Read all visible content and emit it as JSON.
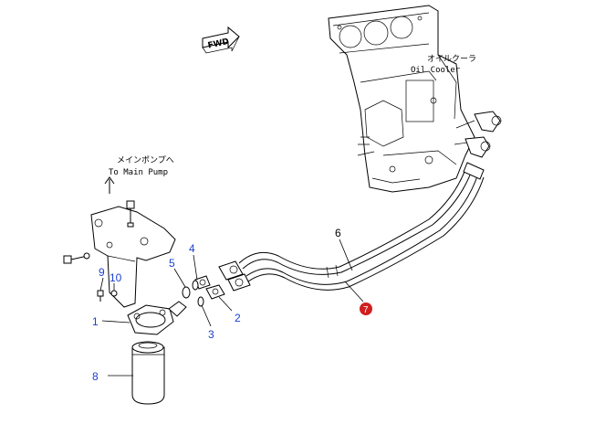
{
  "labels": {
    "fwd": "FWD",
    "oil_cooler_jp": "オイルクーラ",
    "oil_cooler_en": "Oil Cooler",
    "main_pump_jp": "メインポンプへ",
    "main_pump_en": "To Main Pump"
  },
  "callouts": {
    "p1": "1",
    "p2": "2",
    "p3": "3",
    "p4": "4",
    "p5": "5",
    "p6": "6",
    "p7": "7",
    "p8": "8",
    "p9": "9",
    "p10": "10"
  },
  "colors": {
    "callout_text": "#1a3fd0",
    "marker": "#d01f1f",
    "line": "#000000"
  }
}
